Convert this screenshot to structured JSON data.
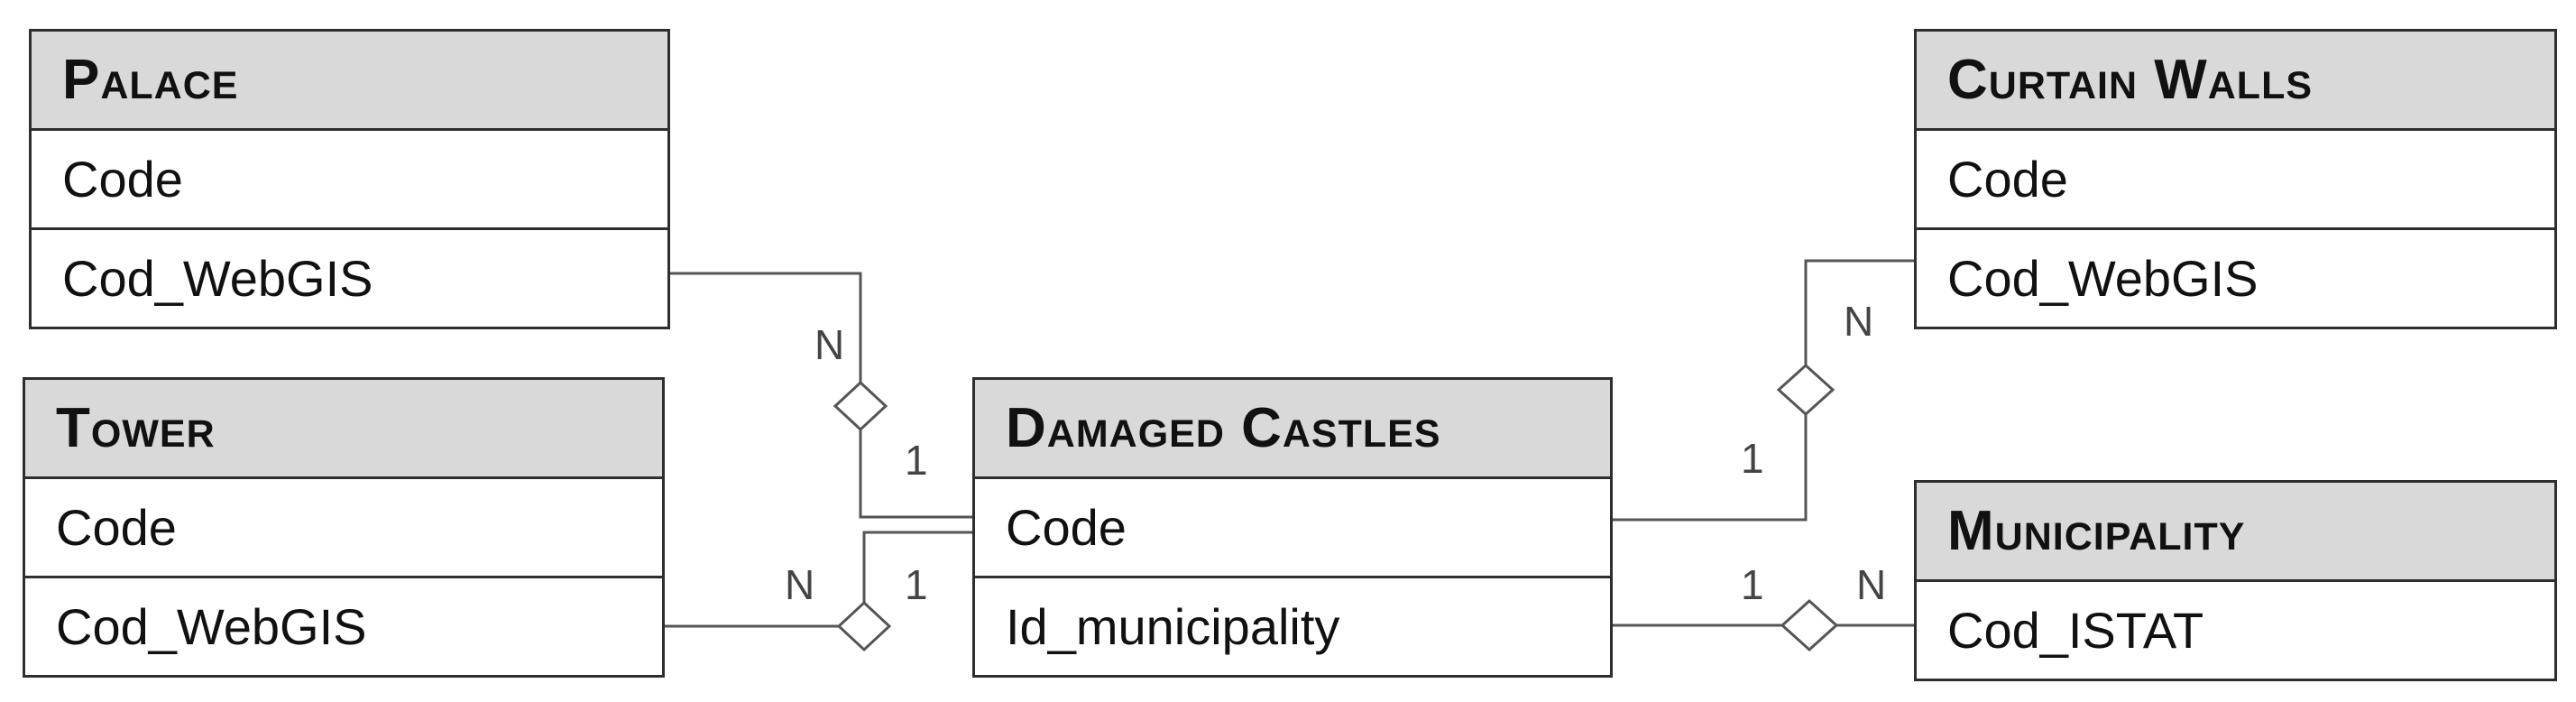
{
  "entities": {
    "palace": {
      "title": "Palace",
      "attributes": [
        "Code",
        "Cod_WebGIS"
      ]
    },
    "tower": {
      "title": "Tower",
      "attributes": [
        "Code",
        "Cod_WebGIS"
      ]
    },
    "damaged_castles": {
      "title": "Damaged Castles",
      "attributes": [
        "Code",
        "Id_municipality"
      ]
    },
    "curtain_walls": {
      "title": "Curtain Walls",
      "attributes": [
        "Code",
        "Cod_WebGIS"
      ]
    },
    "municipality": {
      "title": "Municipality",
      "attributes": [
        "Cod_ISTAT"
      ]
    }
  },
  "relationships": [
    {
      "from": "Palace.Cod_WebGIS",
      "to": "Damaged Castles.Code",
      "card_from": "N",
      "card_to": "1"
    },
    {
      "from": "Tower.Cod_WebGIS",
      "to": "Damaged Castles.Code",
      "card_from": "N",
      "card_to": "1"
    },
    {
      "from": "Curtain Walls.Cod_WebGIS",
      "to": "Damaged Castles.Code",
      "card_from": "N",
      "card_to": "1"
    },
    {
      "from": "Damaged Castles.Id_municipality",
      "to": "Municipality.Cod_ISTAT",
      "card_from": "1",
      "card_to": "N"
    }
  ]
}
